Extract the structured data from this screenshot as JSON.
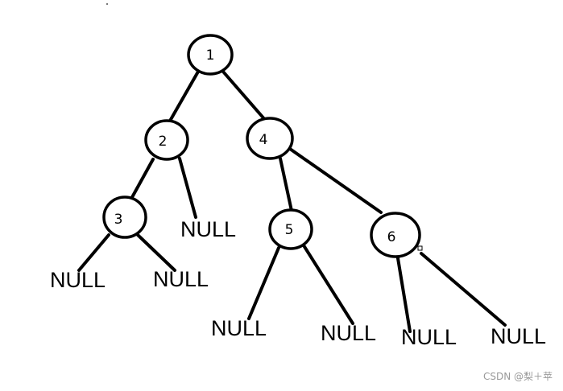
{
  "tree": {
    "nodes": [
      {
        "id": "n1",
        "label": "1"
      },
      {
        "id": "n2",
        "label": "2"
      },
      {
        "id": "n4",
        "label": "4"
      },
      {
        "id": "n3",
        "label": "3"
      },
      {
        "id": "n5",
        "label": "5"
      },
      {
        "id": "n6",
        "label": "6"
      }
    ],
    "null_leaves": [
      {
        "id": "n3-left",
        "label": "NULL"
      },
      {
        "id": "n3-right",
        "label": "NULL"
      },
      {
        "id": "n2-right",
        "label": "NULL"
      },
      {
        "id": "n5-left",
        "label": "NULL"
      },
      {
        "id": "n5-right",
        "label": "NULL"
      },
      {
        "id": "n6-left",
        "label": "NULL"
      },
      {
        "id": "n6-right",
        "label": "NULL"
      }
    ]
  },
  "watermark": {
    "text": "CSDN @梨＋苹"
  }
}
